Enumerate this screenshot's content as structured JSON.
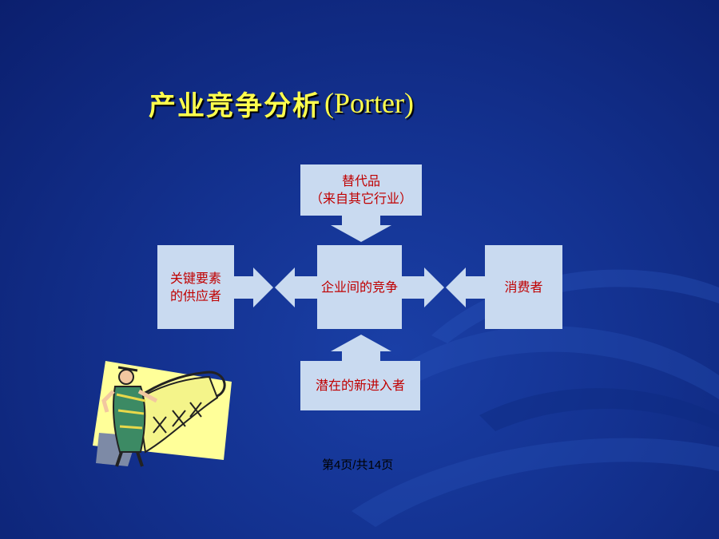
{
  "slide": {
    "title": "产业竞争分析",
    "title_paren": "(Porter)",
    "footer": "第4页/共14页"
  },
  "diagram": {
    "top": {
      "line1": "替代品",
      "line2": "（来自其它行业）"
    },
    "left": {
      "line1": "关键要素",
      "line2": "的供应者"
    },
    "center": {
      "label": "企业间的竞争"
    },
    "right": {
      "label": "消费者"
    },
    "bottom": {
      "label": "潜在的新进入者"
    }
  },
  "colors": {
    "background": "#13318f",
    "title": "#ffff4d",
    "box_fill": "#c9daf0",
    "box_text": "#c00000"
  },
  "icons": {
    "clipart": "person-with-scroll-icon"
  }
}
